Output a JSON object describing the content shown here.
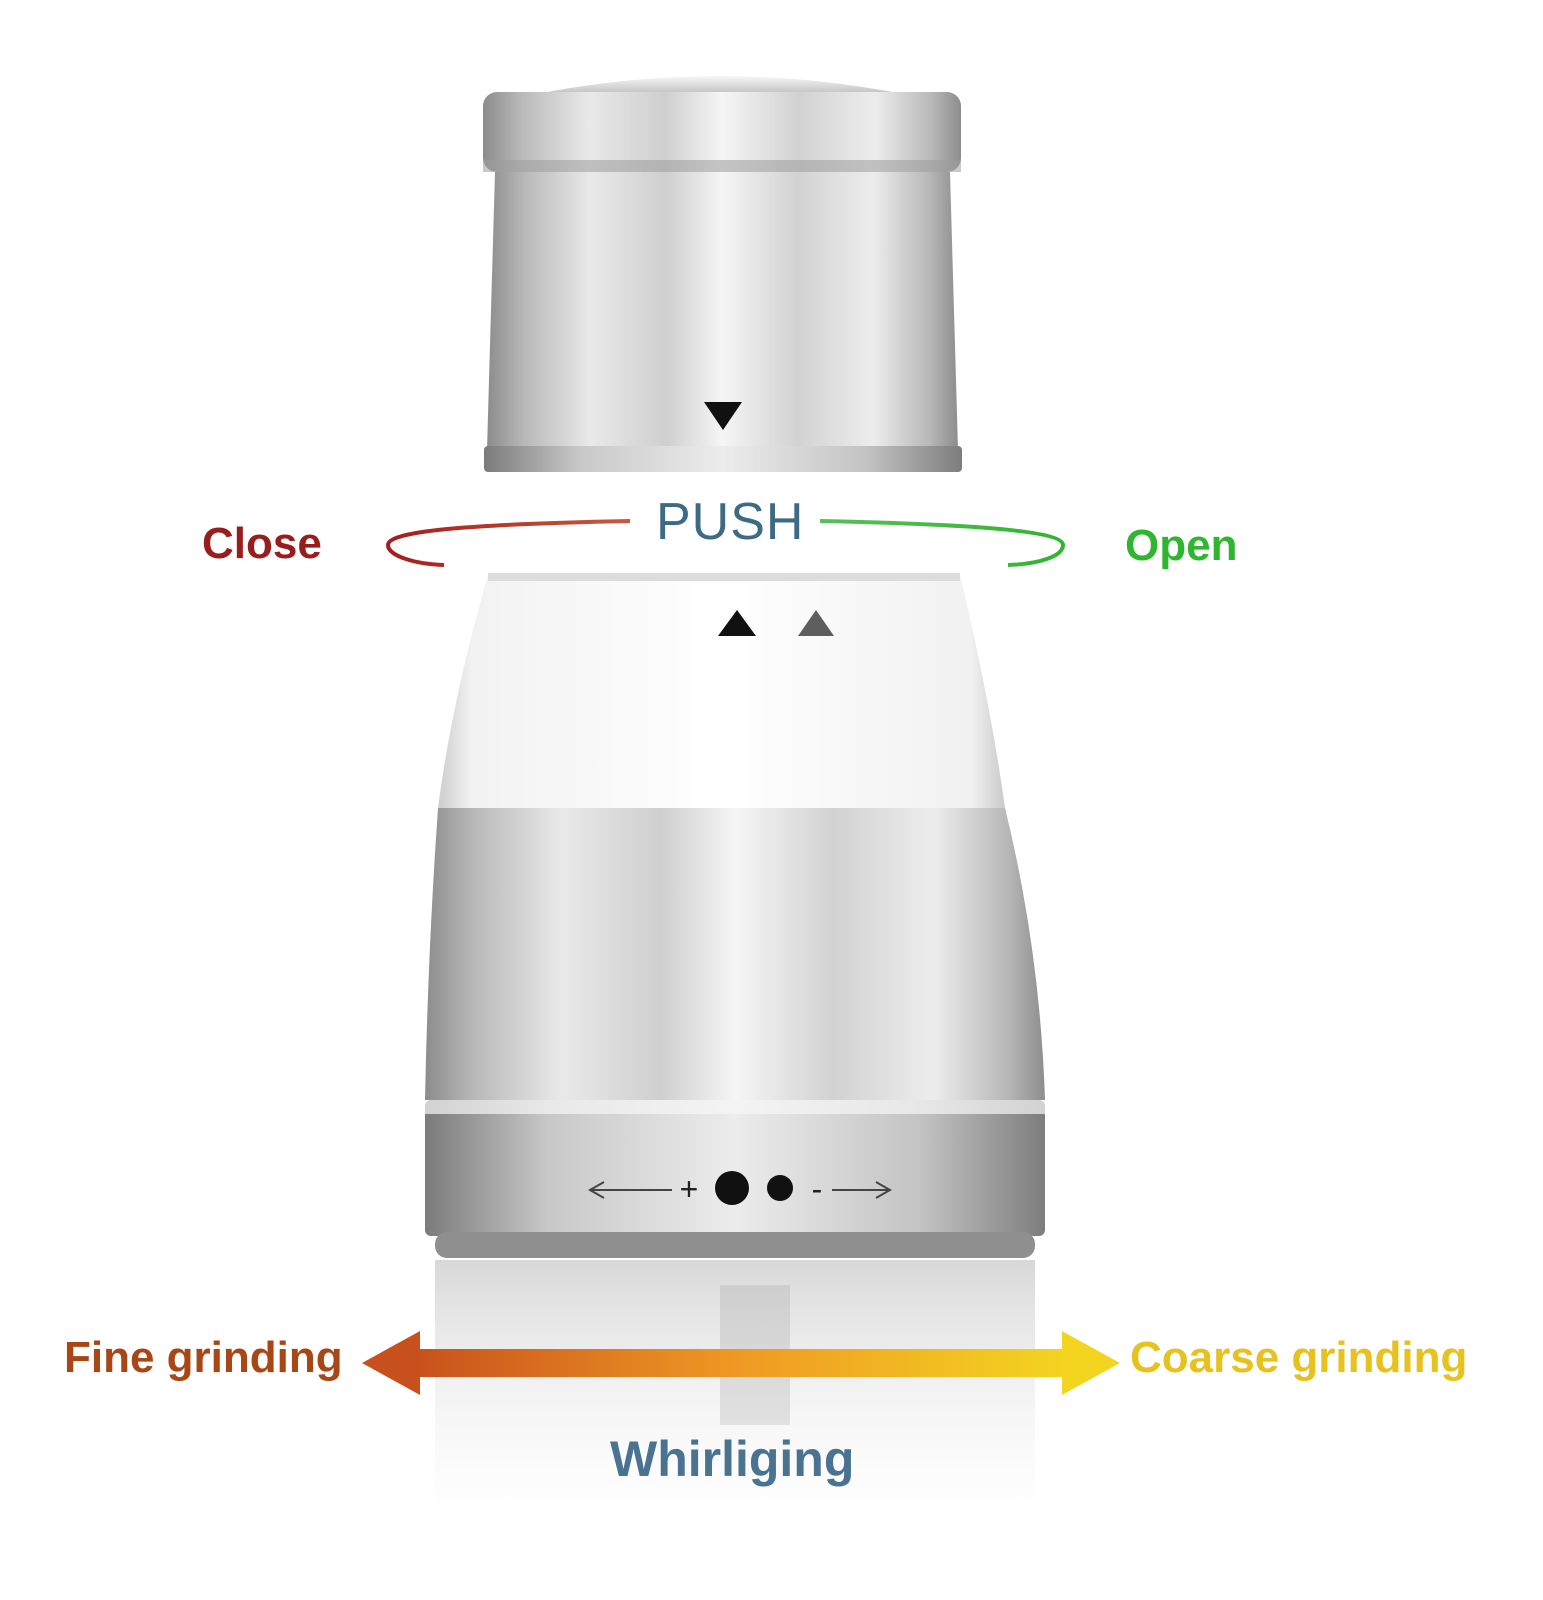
{
  "labels": {
    "close": "Close",
    "push": "PUSH",
    "open": "Open",
    "fine": "Fine grinding",
    "coarse": "Coarse grinding",
    "whirl": "Whirliging"
  },
  "colors": {
    "close": "#9a1d1d",
    "push": "#3d6b86",
    "open": "#2fb52f",
    "fine": "#a84716",
    "coarse": "#e7c21e",
    "whirl": "#4a7391"
  },
  "icons": {
    "lid_marker": "triangle-down-icon",
    "body_markers": [
      "triangle-up-icon",
      "triangle-up-icon"
    ],
    "base_dial": [
      "arrow-left-icon",
      "plus-icon",
      "dot-icon",
      "dot-icon",
      "minus-icon",
      "arrow-right-icon"
    ]
  },
  "base_text": {
    "plus": "+",
    "minus": "-"
  }
}
